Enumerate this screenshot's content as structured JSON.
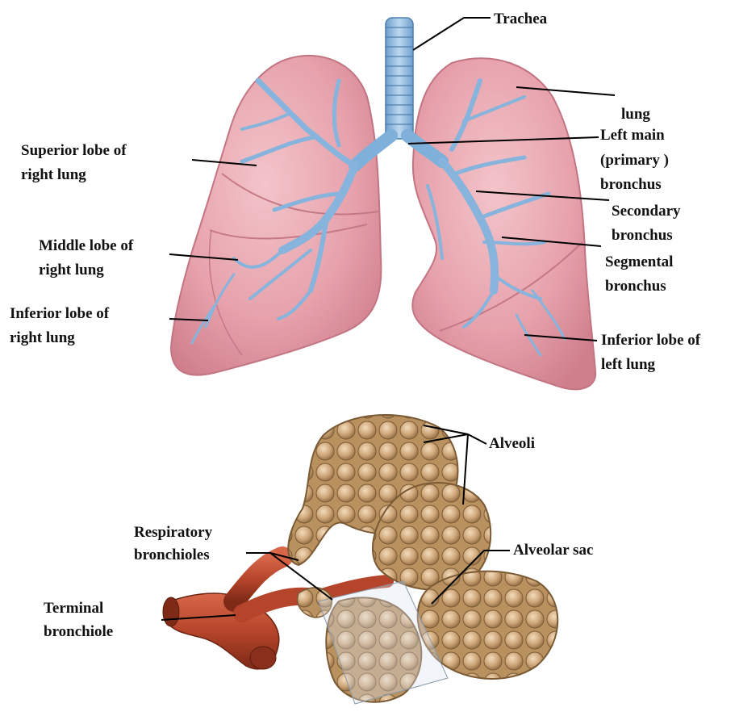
{
  "colors": {
    "lung_fill": "#e7a2ac",
    "lung_shade": "#d27f8c",
    "airway_blue": "#8fb9dc",
    "airway_dark": "#5f8fbf",
    "alveoli_tan": "#cfa77a",
    "alveoli_dark": "#9a7448",
    "bronchiole_red": "#b5452a",
    "label_text": "#111111",
    "leader_line": "#000000"
  },
  "labels": {
    "trachea": "Trachea",
    "lung": "lung",
    "left_main_1": "Left main",
    "left_main_2": "(primary )",
    "left_main_3": "bronchus",
    "superior_1": "Superior lobe of",
    "superior_2": "right lung",
    "secondary_1": "Secondary",
    "secondary_2": "bronchus",
    "middle_1": "Middle lobe of",
    "middle_2": "right lung",
    "segmental_1": "Segmental",
    "segmental_2": "bronchus",
    "inferior_right_1": "Inferior lobe of",
    "inferior_right_2": "right lung",
    "inferior_left_1": "Inferior lobe of",
    "inferior_left_2": "left lung",
    "alveoli": "Alveoli",
    "respiratory_1": "Respiratory",
    "respiratory_2": "bronchioles",
    "alveolar_sac": "Alveolar sac",
    "terminal_1": "Terminal",
    "terminal_2": "bronchiole"
  }
}
